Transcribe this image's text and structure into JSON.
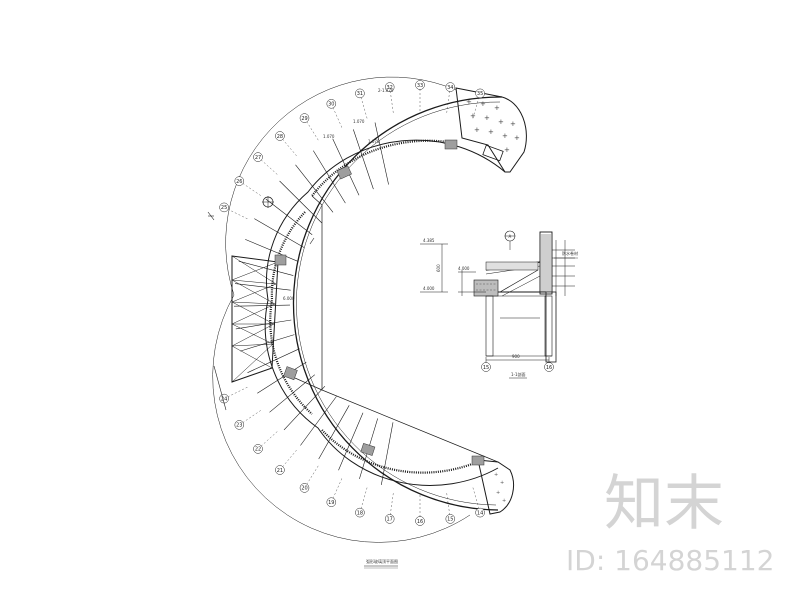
{
  "plan": {
    "title": "弧形玻璃顶平面图",
    "small_labels": [
      "2-1.070",
      "1.070",
      "1.070",
      "6.000",
      "1.070"
    ],
    "grid_bubbles": [
      "14",
      "15",
      "16",
      "17",
      "18",
      "19",
      "20",
      "21",
      "22",
      "23",
      "24",
      "25",
      "26",
      "27",
      "28",
      "29",
      "30",
      "31",
      "32",
      "33",
      "34",
      "35"
    ]
  },
  "section": {
    "ref_bubble": "A",
    "title": "1-1剖面",
    "elevation_labels": [
      "4.385",
      "4.000",
      "4.000"
    ],
    "dimension_labels": [
      "600",
      "900"
    ],
    "note": "防水卷材",
    "axis_bubbles": [
      "15",
      "16"
    ]
  },
  "watermark": {
    "brand": "知末",
    "id_text": "ID: 164885112"
  }
}
